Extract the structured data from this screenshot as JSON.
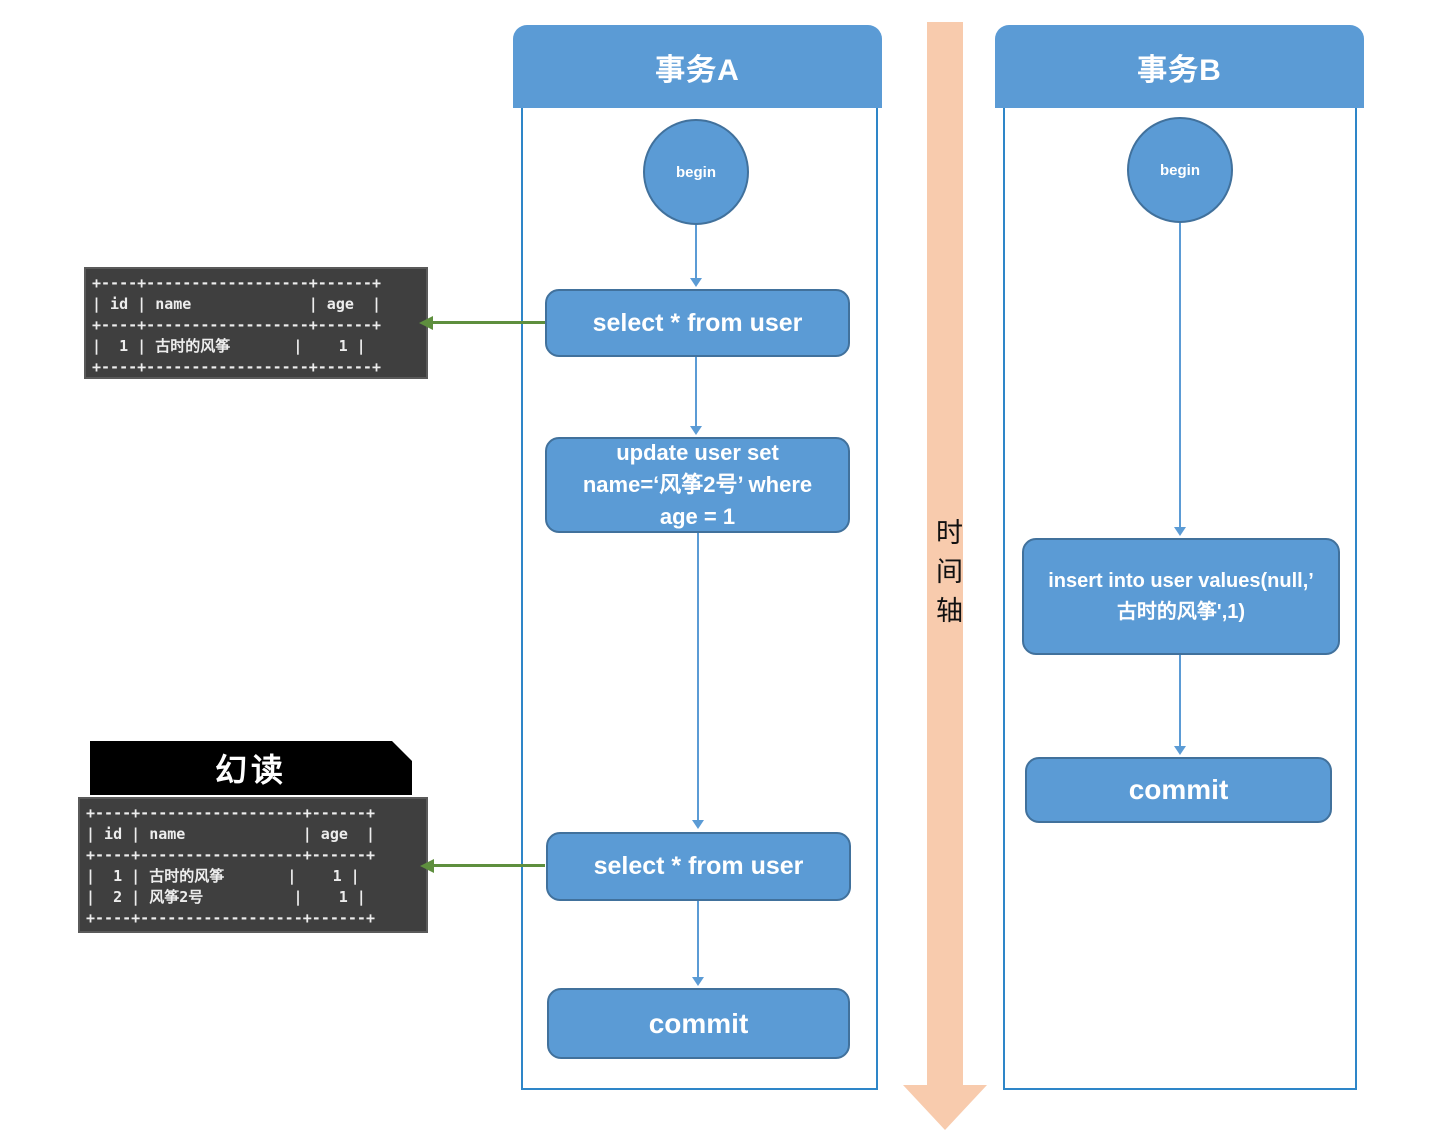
{
  "lane_a": {
    "title": "事务A",
    "begin_label": "begin",
    "select1_label": "select * from user",
    "update_lines": [
      "update user set",
      "name=‘风筝2号’ where",
      "age = 1"
    ],
    "select2_label": "select * from user",
    "commit_label": "commit"
  },
  "lane_b": {
    "title": "事务B",
    "begin_label": "begin",
    "insert_lines": [
      "insert into user values(null,’",
      "古时的风筝',1)"
    ],
    "commit_label": "commit"
  },
  "timeline": {
    "label": "时间轴"
  },
  "phantom": {
    "label": "幻读"
  },
  "tables": {
    "initial": {
      "lines": [
        "+----+------------------+------+",
        "| id | name             | age  |",
        "+----+------------------+------+",
        "|  1 | 古时的风筝       |    1 |",
        "+----+------------------+------+"
      ]
    },
    "phantom": {
      "lines": [
        "+----+------------------+------+",
        "| id | name             | age  |",
        "+----+------------------+------+",
        "|  1 | 古时的风筝       |    1 |",
        "|  2 | 风筝2号          |    1 |",
        "+----+------------------+------+"
      ]
    }
  },
  "colors": {
    "node_fill": "#5B9BD5",
    "node_border": "#41719C",
    "lane_border": "#2E86C8",
    "timeline_fill": "#F8CBAD",
    "arrow_green": "#5E8F3E",
    "terminal_bg": "#3F3F3F",
    "terminal_text": "#EDEDED",
    "label_bg": "#000000"
  }
}
